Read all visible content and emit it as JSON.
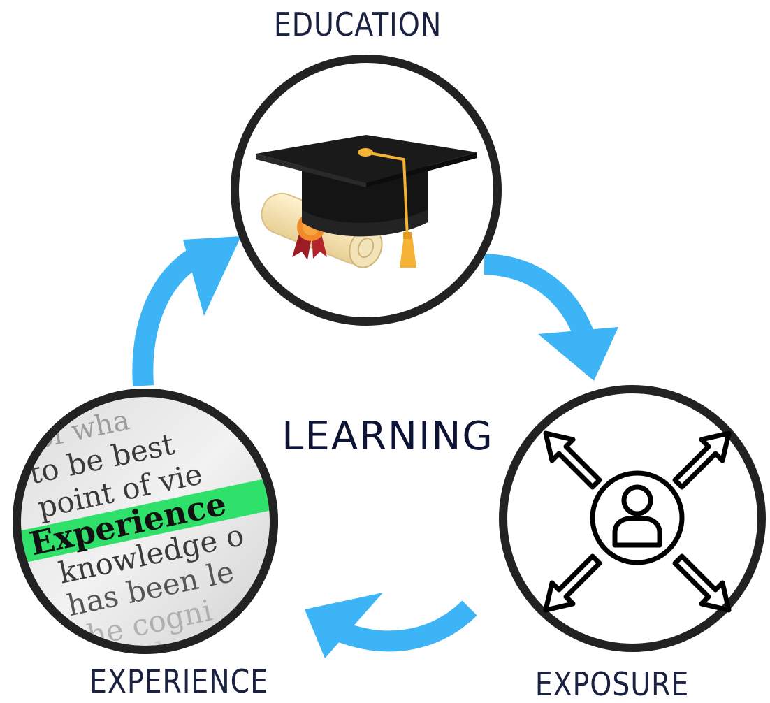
{
  "diagram": {
    "center_label": "LEARNING",
    "nodes": [
      {
        "label": "EDUCATION",
        "icon": "graduation-cap-icon"
      },
      {
        "label": "EXPOSURE",
        "icon": "person-arrows-icon"
      },
      {
        "label": "EXPERIENCE",
        "icon": "dictionary-photo"
      }
    ],
    "dictionary_text": [
      "of wha",
      "to be best",
      "point of vie",
      "Experience",
      "knowledge o",
      "has been le",
      "the cogni",
      "wh"
    ],
    "colors": {
      "arrow": "#3cb4f5",
      "ring": "#222222",
      "text": "#1b2140",
      "highlight": "#2fe06a",
      "cap": "#1a1a1a",
      "tassel": "#f5b335"
    }
  }
}
